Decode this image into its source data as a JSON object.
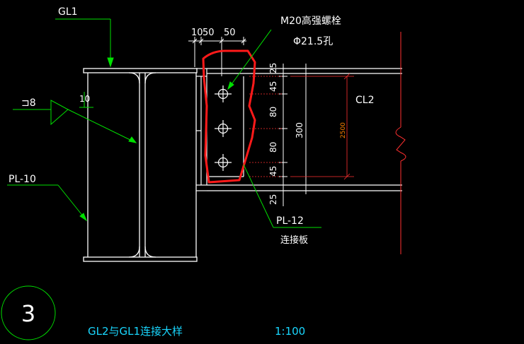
{
  "colors": {
    "background": "#000000",
    "drawing": "#ffffff",
    "leader": "#00ff00",
    "red_markup": "#ff0000",
    "dimension": "#ff0000",
    "title": "#19d7ff",
    "bolt_dim": "#ff8000"
  },
  "labels": {
    "gl1": "GL1",
    "bolt_spec": "M20高强螺栓",
    "hole_spec": "Φ21.5孔",
    "weld_symbol": "⊐8",
    "weld_size": "10",
    "pl10": "PL-10",
    "cl2": "CL2",
    "pl12": "PL-12",
    "pl12_note": "连接板",
    "dim_top_a": "10",
    "dim_top_b": "50",
    "dim_top_c": "50",
    "dim_25_top": "25",
    "dim_45_top": "45",
    "dim_80_a": "80",
    "dim_80_b": "80",
    "dim_45_bot": "45",
    "dim_25_bot": "25",
    "dim_300": "300",
    "dim_2500": "2500"
  },
  "title_block": {
    "detail_number": "3",
    "title": "GL2与GL1连接大样",
    "scale": "1:100"
  }
}
